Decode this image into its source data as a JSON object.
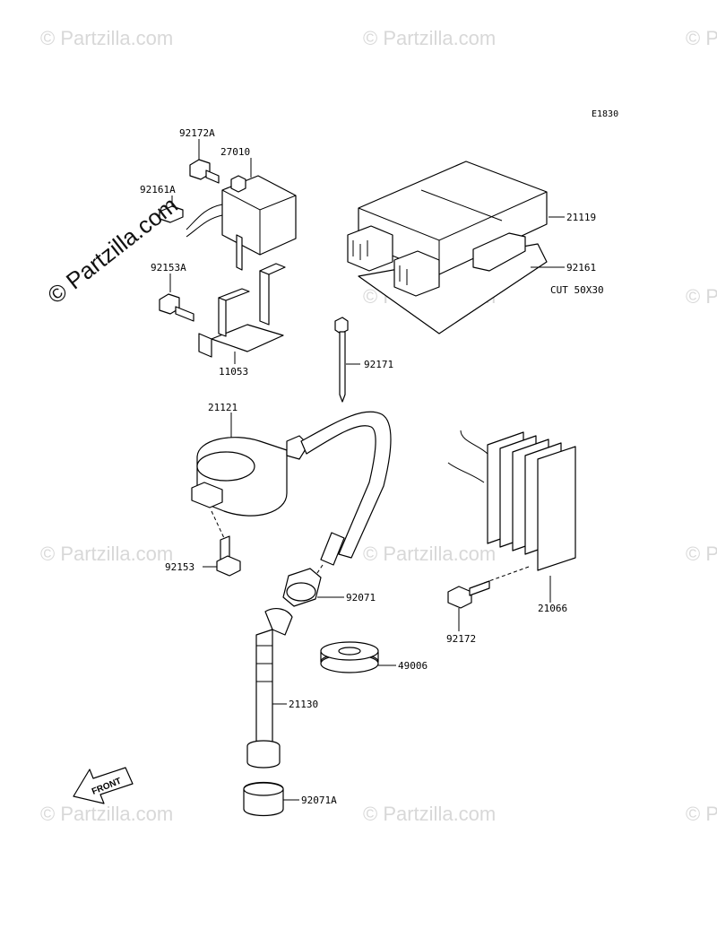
{
  "diagram": {
    "code": "E1830",
    "cut_note": "CUT 50X30",
    "front_label": "FRONT",
    "watermark": "© Partzilla.com",
    "watermark_short": "© Partzilla.com",
    "parts": [
      {
        "id": "p-92172a",
        "number": "92172A"
      },
      {
        "id": "p-27010",
        "number": "27010"
      },
      {
        "id": "p-92161a",
        "number": "92161A"
      },
      {
        "id": "p-92153a",
        "number": "92153A"
      },
      {
        "id": "p-11053",
        "number": "11053"
      },
      {
        "id": "p-21119",
        "number": "21119"
      },
      {
        "id": "p-92161",
        "number": "92161"
      },
      {
        "id": "p-92171",
        "number": "92171"
      },
      {
        "id": "p-21121",
        "number": "21121"
      },
      {
        "id": "p-92153",
        "number": "92153"
      },
      {
        "id": "p-92071",
        "number": "92071"
      },
      {
        "id": "p-21066",
        "number": "21066"
      },
      {
        "id": "p-92172",
        "number": "92172"
      },
      {
        "id": "p-49006",
        "number": "49006"
      },
      {
        "id": "p-21130",
        "number": "21130"
      },
      {
        "id": "p-92071a",
        "number": "92071A"
      }
    ]
  }
}
